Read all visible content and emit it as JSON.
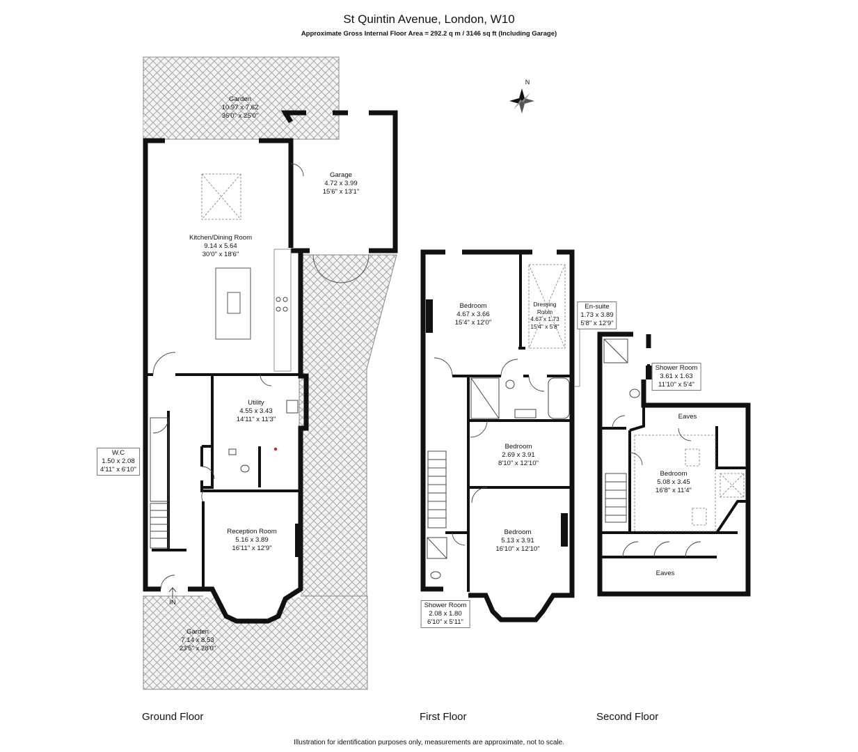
{
  "header": {
    "title": "St Quintin Avenue, London, W10",
    "subtitle": "Approximate Gross Internal Floor Area = 292.2 q m / 3146 sq ft (Including Garage)"
  },
  "compass": {
    "label": "N"
  },
  "floors": {
    "ground": "Ground Floor",
    "first": "First Floor",
    "second": "Second Floor"
  },
  "entrance": {
    "label": "IN"
  },
  "rooms": {
    "garden_rear": {
      "name": "Garden",
      "metric": "10.97 x 7.62",
      "imperial": "36'0\" x 25'0\""
    },
    "garage": {
      "name": "Garage",
      "metric": "4.72 x 3.99",
      "imperial": "15'6\" x 13'1\""
    },
    "kitchen": {
      "name": "Kitchen/Dining Room",
      "metric": "9.14 x 5.64",
      "imperial": "30'0\" x 18'6\""
    },
    "utility": {
      "name": "Utility",
      "metric": "4.55 x 3.43",
      "imperial": "14'11\" x 11'3\""
    },
    "wc": {
      "name": "W.C",
      "metric": "1.50 x 2.08",
      "imperial": "4'11\" x 6'10\""
    },
    "reception": {
      "name": "Reception Room",
      "metric": "5.16 x 3.89",
      "imperial": "16'11\" x 12'9\""
    },
    "garden_front": {
      "name": "Garden",
      "metric": "7.14 x 8.53",
      "imperial": "23'5\" x 28'0\""
    },
    "bedroom_1": {
      "name": "Bedroom",
      "metric": "4.67 x 3.66",
      "imperial": "15'4\" x 12'0\""
    },
    "dressing": {
      "name_line1": "Dressing",
      "name_line2": "Room",
      "metric": "4.67 x 1.73",
      "imperial": "15'4\" x 5'8\""
    },
    "ensuite": {
      "name": "En-suite",
      "metric": "1.73 x 3.89",
      "imperial": "5'8\" x 12'9\""
    },
    "bedroom_2": {
      "name": "Bedroom",
      "metric": "2.69 x 3.91",
      "imperial": "8'10\" x 12'10\""
    },
    "bedroom_3": {
      "name": "Bedroom",
      "metric": "5.13 x 3.91",
      "imperial": "16'10\" x 12'10\""
    },
    "shower_first": {
      "name": "Shower Room",
      "metric": "2.08 x 1.80",
      "imperial": "6'10\" x 5'11\""
    },
    "shower_second": {
      "name": "Shower Room",
      "metric": "3.61 x 1.63",
      "imperial": "11'10\" x 5'4\""
    },
    "eaves_top": {
      "name": "Eaves"
    },
    "bedroom_4": {
      "name": "Bedroom",
      "metric": "5.08 x 3.45",
      "imperial": "16'8\" x 11'4\""
    },
    "eaves_bottom": {
      "name": "Eaves"
    }
  },
  "disclaimer": "Illustration for identification purposes only, measurements are approximate, not to scale.",
  "colors": {
    "wall": "#111111",
    "hatch": "#9a9a9a",
    "garden_fill": "#f2f2f2",
    "marker": "#d42020"
  }
}
